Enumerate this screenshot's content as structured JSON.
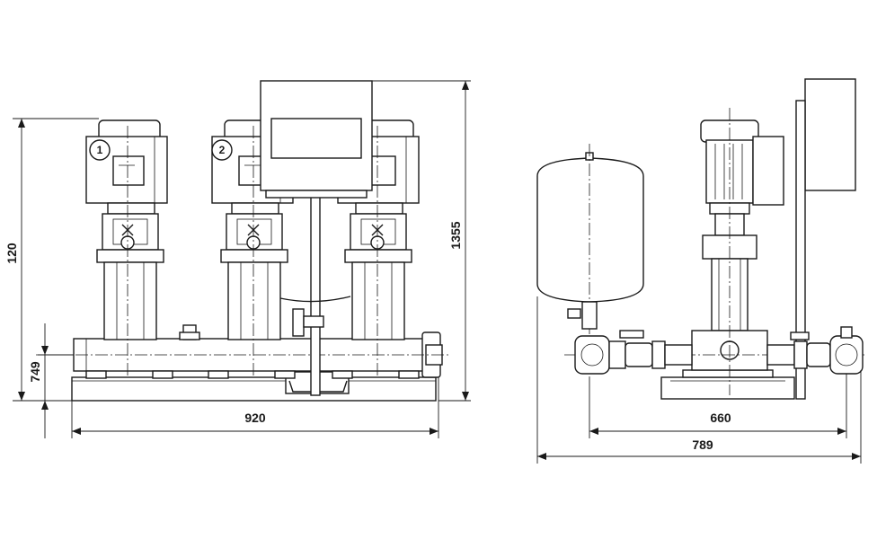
{
  "front_view": {
    "pump_labels": [
      "1",
      "2"
    ],
    "dim_total_height": "1355",
    "dim_pump_height": "120",
    "dim_manifold_height": "749",
    "dim_width": "920"
  },
  "side_view": {
    "dim_width_inner": "660",
    "dim_width_total": "789"
  }
}
